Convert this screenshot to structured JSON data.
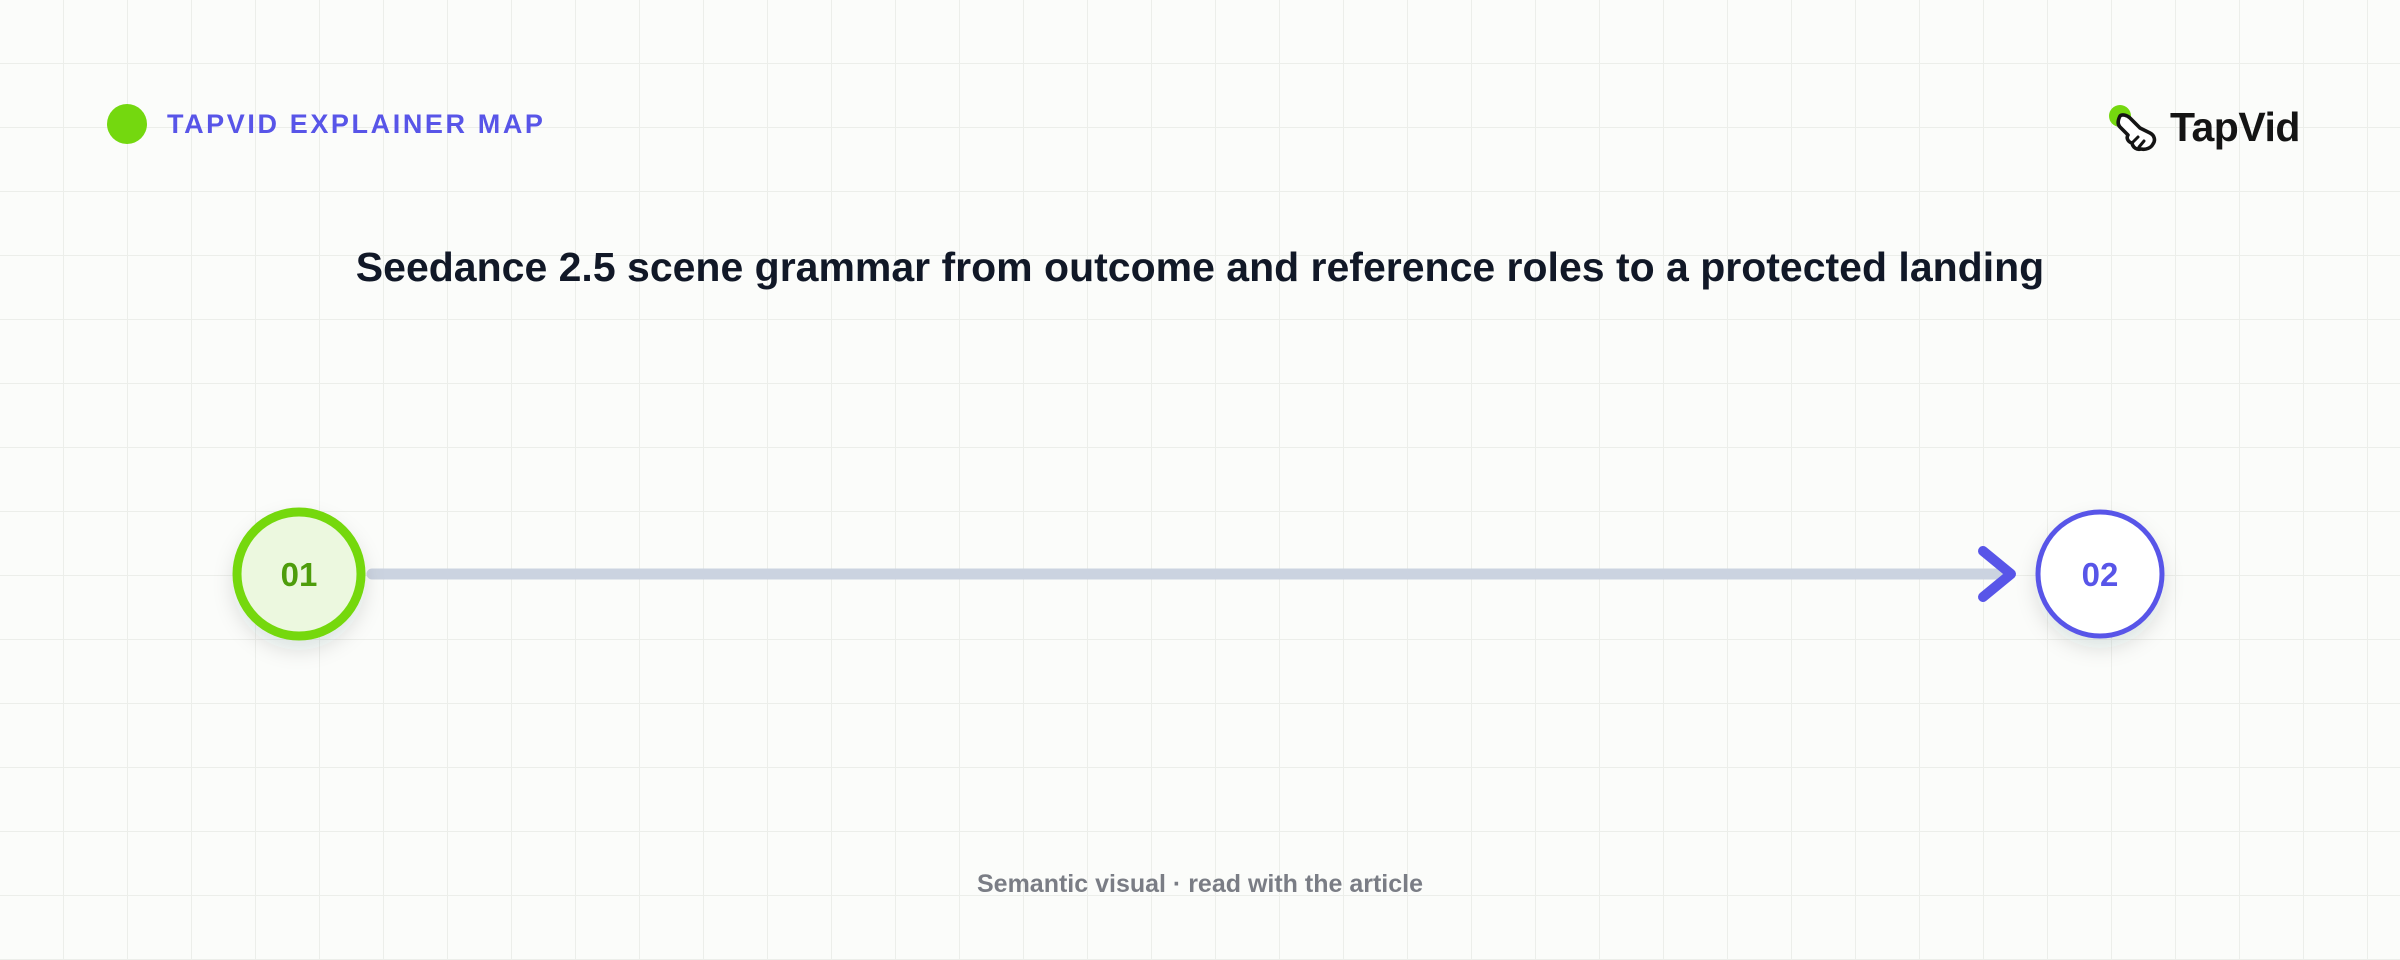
{
  "header": {
    "eyebrow_label": "TAPVID EXPLAINER MAP",
    "logo_text": "TapVid"
  },
  "title": "Seedance 2.5 scene grammar from outcome and reference roles to a protected landing",
  "flow": {
    "nodes": [
      {
        "label": "01",
        "state": "start"
      },
      {
        "label": "02",
        "state": "end"
      }
    ]
  },
  "footer": {
    "note": "Semantic visual · read with the article"
  },
  "colors": {
    "accent_green": "#74d80f",
    "accent_indigo": "#5855e8",
    "connector": "#cbd3e0",
    "title": "#111827",
    "footer": "#7a7d85"
  }
}
